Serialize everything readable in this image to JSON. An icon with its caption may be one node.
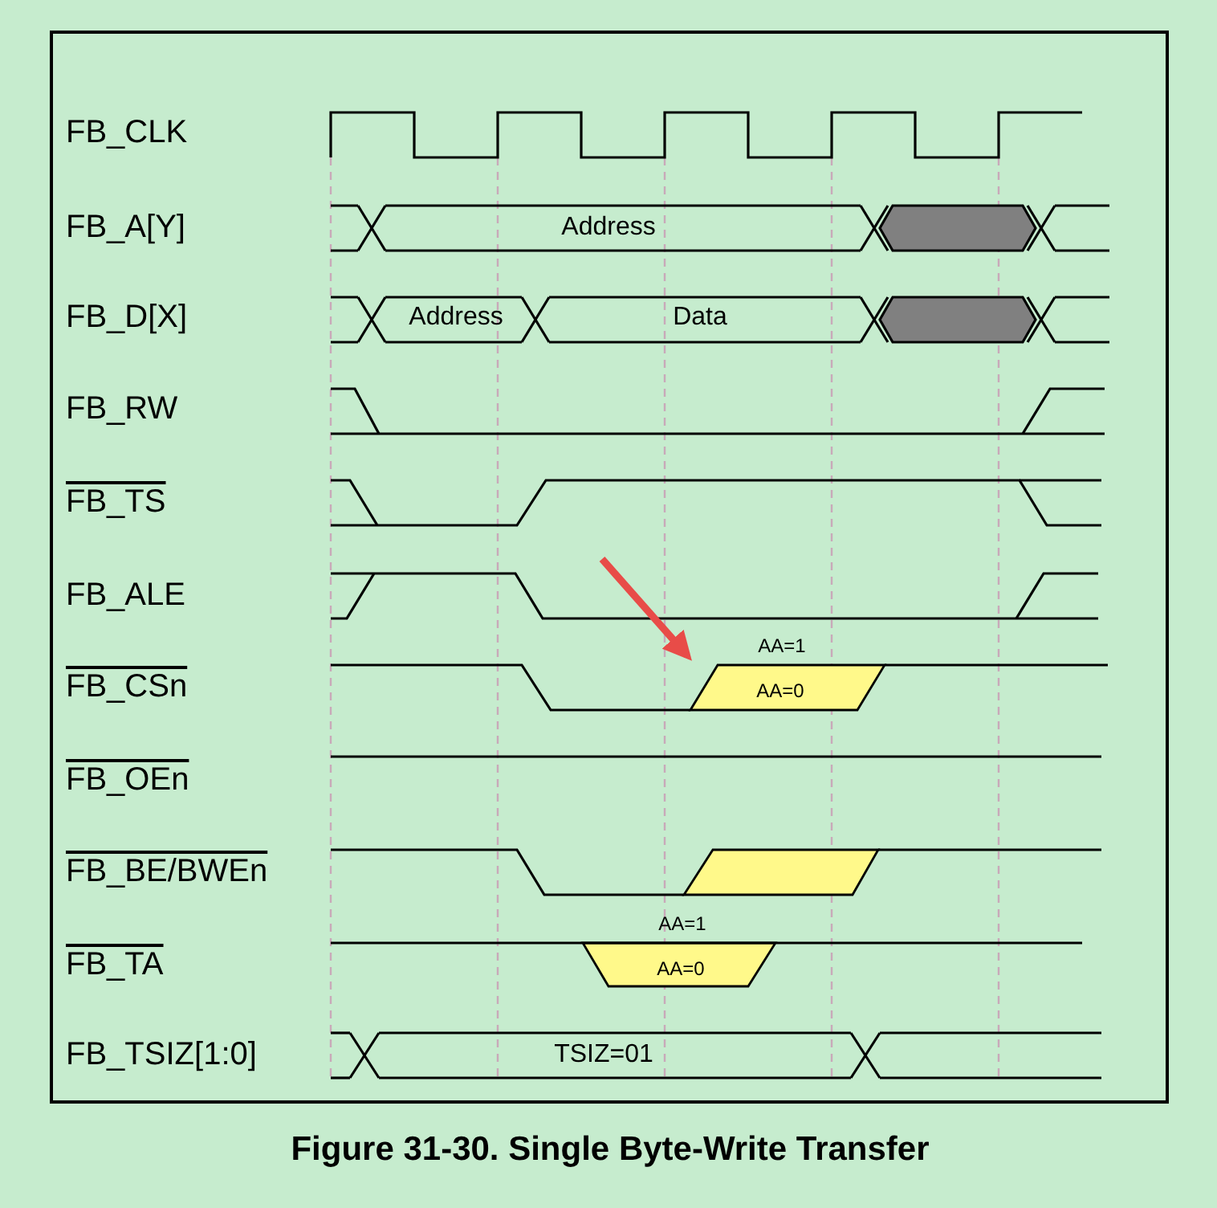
{
  "diagram": {
    "caption": "Figure 31-30. Single Byte-Write Transfer",
    "labels": [
      "FB_CLK",
      "FB_A[Y]",
      "Address",
      "FB_D[X]",
      "Address",
      "Data",
      "FB_RW",
      "FB_TS",
      "FB_ALE",
      "AA=1",
      "FB_CSn",
      "AA=0",
      "FB_OEn",
      "FB_BE/BWEn",
      "AA=1",
      "FB_TA",
      "AA=0",
      "FB_TSIZ[1:0]",
      "TSIZ=01"
    ]
  }
}
